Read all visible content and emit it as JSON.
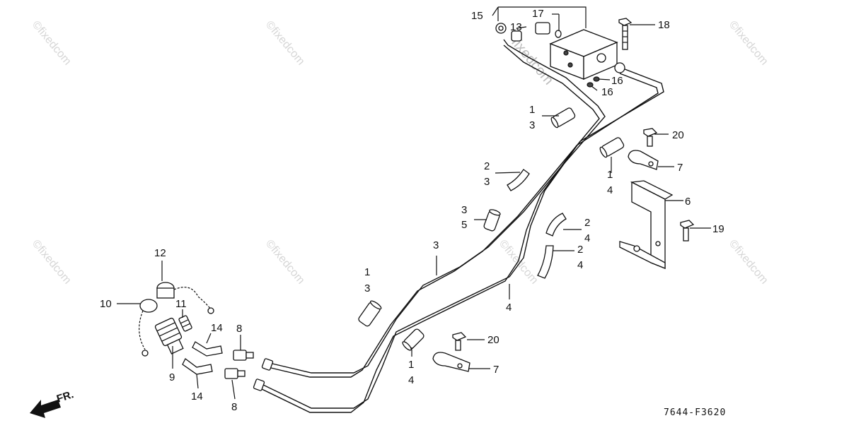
{
  "diagram": {
    "code": "7644-F3620",
    "direction": "FR.",
    "watermark": "©fixedcom",
    "watermark_center": "fixedcom",
    "labels": {
      "l1": "15",
      "l2": "17",
      "l3": "13",
      "l4": "18",
      "l5": "16",
      "l6": "16",
      "l7": "1",
      "l8": "3",
      "l9": "20",
      "l10": "2",
      "l11": "3",
      "l12": "1",
      "l13": "4",
      "l14": "7",
      "l15": "6",
      "l16": "3",
      "l17": "5",
      "l18": "2",
      "l19": "4",
      "l20": "19",
      "l21": "3",
      "l22": "2",
      "l23": "4",
      "l24": "12",
      "l25": "1",
      "l26": "3",
      "l27": "10",
      "l28": "11",
      "l29": "4",
      "l30": "14",
      "l31": "8",
      "l32": "20",
      "l33": "9",
      "l34": "1",
      "l35": "4",
      "l36": "7",
      "l37": "14",
      "l38": "8"
    }
  }
}
